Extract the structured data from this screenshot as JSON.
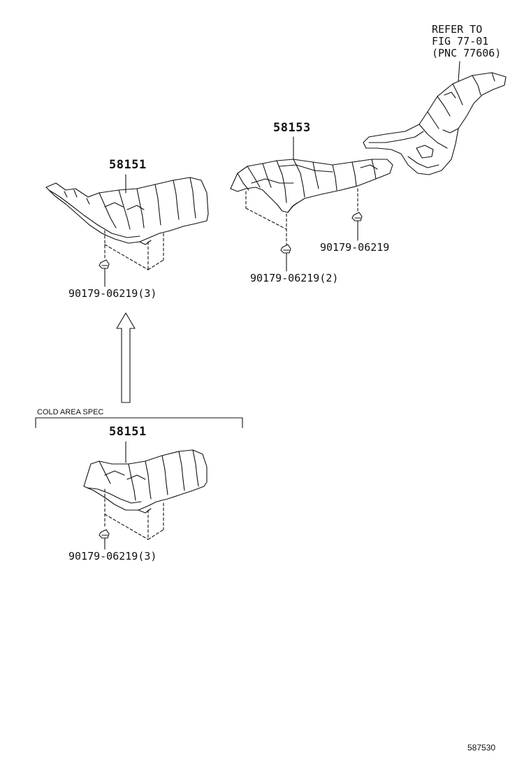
{
  "parts": {
    "shield_front_upper": {
      "part_no": "58151"
    },
    "clip_front_upper": {
      "part_no": "90179-06219(3)"
    },
    "shield_center": {
      "part_no": "58153"
    },
    "clip_center_rear": {
      "part_no": "90179-06219"
    },
    "clip_center_front": {
      "part_no": "90179-06219(2)"
    },
    "shield_front_cold": {
      "part_no": "58151"
    },
    "clip_front_cold": {
      "part_no": "90179-06219(3)"
    }
  },
  "cold_area": {
    "label": "COLD AREA SPEC"
  },
  "reference": {
    "line1": "REFER TO",
    "line2": "FIG 77-01",
    "line3": "(PNC 77606)"
  },
  "figure_id": "587530"
}
